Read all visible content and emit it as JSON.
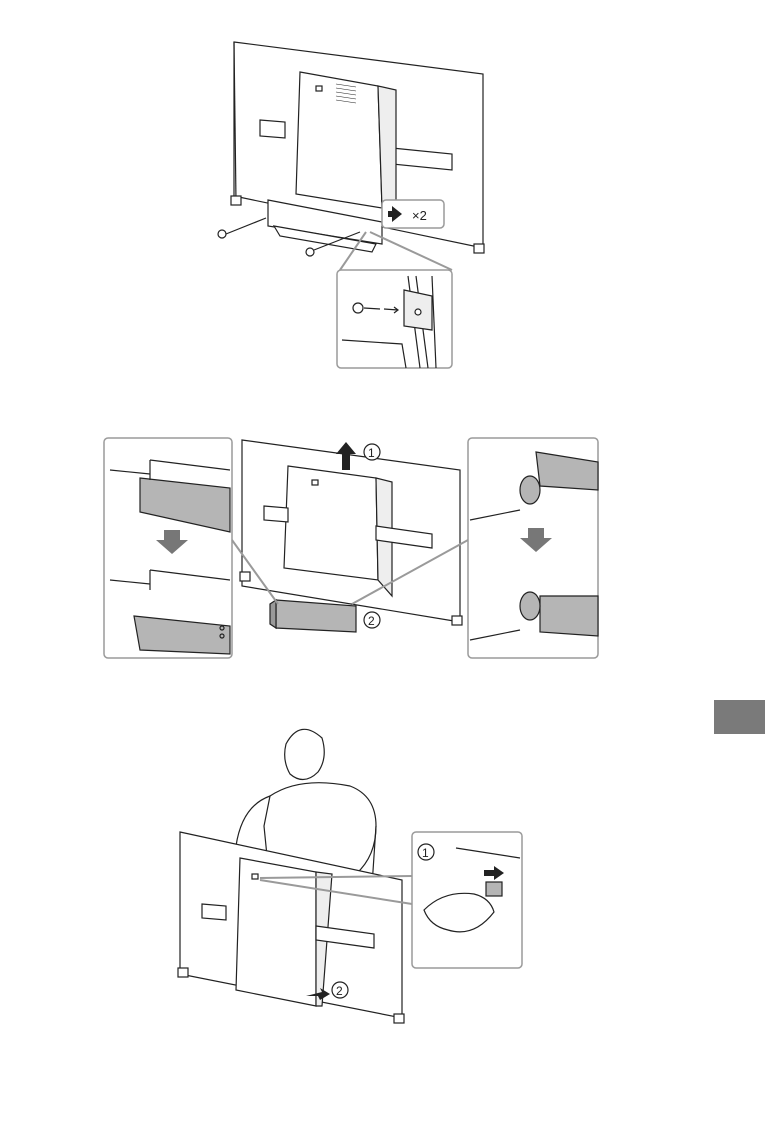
{
  "figure1": {
    "screw_count_label": "×2"
  },
  "figure2": {
    "step_1": "1",
    "step_2": "2"
  },
  "figure3": {
    "step_1": "1",
    "step_2": "2"
  },
  "colors": {
    "line": "#222222",
    "gray_fill": "#b5b5b5",
    "callout_border": "#9a9a9a",
    "edge_tab": "#7a7a7a"
  }
}
